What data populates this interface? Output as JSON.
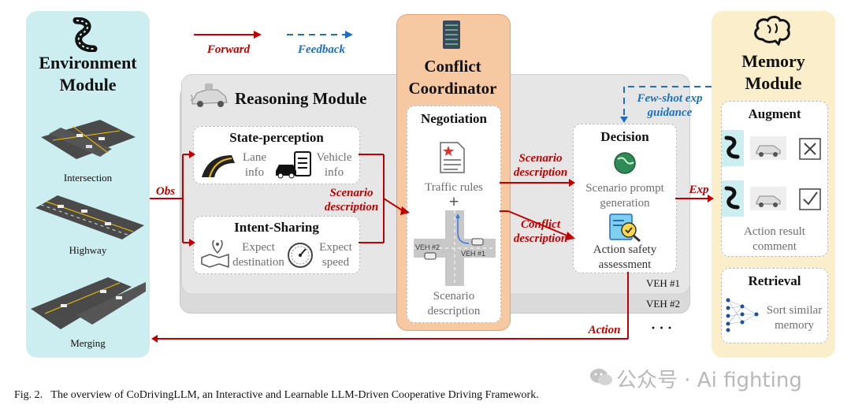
{
  "legend": {
    "forward": "Forward",
    "feedback": "Feedback"
  },
  "environment": {
    "title_line1": "Environment",
    "title_line2": "Module",
    "scenes": [
      "Intersection",
      "Highway",
      "Merging"
    ]
  },
  "reasoning": {
    "title": "Reasoning Module",
    "state_perception": {
      "title": "State-perception",
      "lane_line1": "Lane",
      "lane_line2": "info",
      "vehicle_line1": "Vehicle",
      "vehicle_line2": "info"
    },
    "intent_sharing": {
      "title": "Intent-Sharing",
      "dest_line1": "Expect",
      "dest_line2": "destination",
      "speed_line1": "Expect",
      "speed_line2": "speed"
    },
    "veh1": "VEH #1",
    "veh2": "VEH #2",
    "more": "· · ·"
  },
  "coordinator": {
    "title_line1": "Conflict",
    "title_line2": "Coordinator",
    "negotiation": "Negotiation",
    "traffic_rules": "Traffic rules",
    "plus": "+",
    "scenario_line1": "Scenario",
    "scenario_line2": "description",
    "veh2_tag": "VEH #2",
    "veh1_tag": "VEH #1"
  },
  "decision": {
    "title": "Decision",
    "prompt_line1": "Scenario prompt",
    "prompt_line2": "generation",
    "safety_line1": "Action safety",
    "safety_line2": "assessment"
  },
  "memory": {
    "title_line1": "Memory",
    "title_line2": "Module",
    "augment": "Augment",
    "action_line1": "Action result",
    "action_line2": "comment",
    "retrieval": "Retrieval",
    "sort_line1": "Sort similar",
    "sort_line2": "memory"
  },
  "arrows": {
    "obs": "Obs",
    "scenario_desc_line1": "Scenario",
    "scenario_desc_line2": "description",
    "scenario_desc2_line1": "Scenario",
    "scenario_desc2_line2": "description",
    "conflict_desc_line1": "Conflict",
    "conflict_desc_line2": "description",
    "exp": "Exp",
    "action": "Action",
    "fewshot_line1": "Few-shot exp",
    "fewshot_line2": "guidance"
  },
  "caption": "Fig. 2.   The overview of CoDrivingLLM, an Interactive and Learnable LLM-Driven Cooperative Driving Framework.",
  "watermark": "公众号 · Ai fighting",
  "colors": {
    "forward": "#c00000",
    "feedback": "#1f6fbf",
    "env_bg": "#cdeef0",
    "coord_bg": "#f6c9a3",
    "mem_bg": "#fbefcb",
    "reason_bg": "#e6e6e6"
  }
}
